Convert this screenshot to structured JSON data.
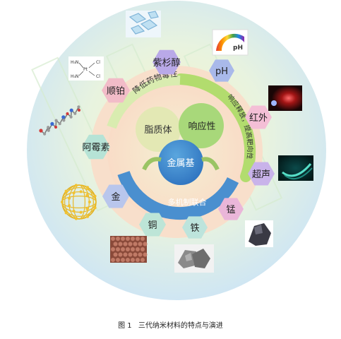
{
  "diagram": {
    "center": "金属基",
    "inner_left": "脂质体",
    "inner_right": "响应性",
    "arc_top_left": "降低药物毒性",
    "arc_right": "响应释放，提高靶向性",
    "arc_bottom": "多机制联合",
    "hexagons": [
      {
        "label": "紫杉醇",
        "color": "#b9a9e8"
      },
      {
        "label": "pH",
        "color": "#a9b9ea"
      },
      {
        "label": "顺铂",
        "color": "#f2bcc8"
      },
      {
        "label": "红外",
        "color": "#f4bfd6"
      },
      {
        "label": "阿霉素",
        "color": "#b6e3d6"
      },
      {
        "label": "超声",
        "color": "#c9b3ea"
      },
      {
        "label": "金",
        "color": "#b9c6ec"
      },
      {
        "label": "锰",
        "color": "#eab6d9"
      },
      {
        "label": "铜",
        "color": "#bde5d7"
      },
      {
        "label": "铁",
        "color": "#bde4dc"
      }
    ],
    "struct_labels": {
      "h3n": "H₃N",
      "h3n2": "H₃N",
      "cl": "Cl",
      "cl2": "Cl",
      "pt": "Pt"
    },
    "ph_text": "pH"
  },
  "caption": {
    "fig_no": "图 1",
    "text": "三代纳米材料的特点与演进"
  }
}
